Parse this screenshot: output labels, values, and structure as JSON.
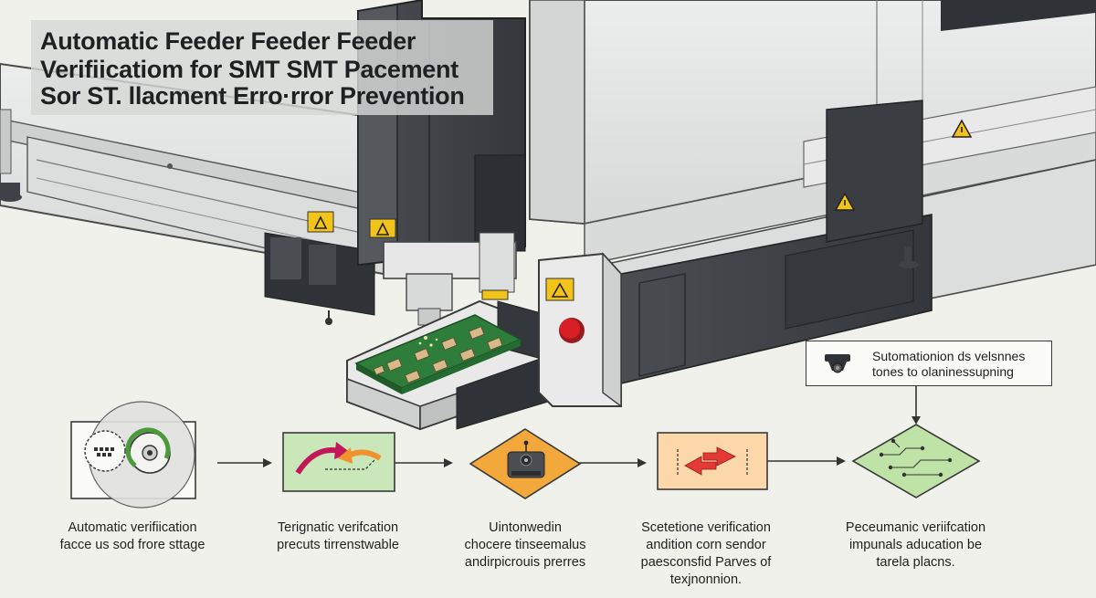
{
  "title": {
    "lines": [
      "Automatic Feeder Feeder Feeder",
      "Verifiicatiom  for SMT SMT Pacement",
      "Sor ST. llacment Erro·rror Prevention"
    ]
  },
  "callout": {
    "icon": "camera-icon",
    "lines": [
      "Sutomationion ds velsnnes",
      "tones to olaninessupning"
    ]
  },
  "steps": [
    {
      "icon": "disk-scan-icon",
      "lines": [
        "Automatic verifiication",
        "facce us sod frore sttage"
      ]
    },
    {
      "icon": "arrows-icon",
      "lines": [
        "Terignatic verifcation",
        "precuts tirrenstwable"
      ]
    },
    {
      "icon": "sensor-icon",
      "lines": [
        "Uintonwedin",
        "chocere tinseemalus",
        "andirpicrouis prerres"
      ]
    },
    {
      "icon": "swap-arrows-icon",
      "lines": [
        "Scetetione verification",
        "andition corn  sendor",
        "paesconsfid Parves of",
        "texjnonnion."
      ]
    },
    {
      "icon": "circuit-icon",
      "lines": [
        "Peceumanic veriifcation",
        "impunals aducation be",
        "tarela placns."
      ]
    }
  ],
  "colors": {
    "background": "#f1f1ec",
    "machine_light": "#e3e4e2",
    "machine_dark": "#3f4247",
    "warning_yellow": "#f2c318",
    "pcb_green": "#2e7d3a",
    "step_green": "#c9e7b8",
    "step_orange": "#fbd7a9",
    "diamond_orange": "#f2a83a",
    "diamond_green": "#bfe3a6",
    "stop_red": "#d81f26"
  }
}
